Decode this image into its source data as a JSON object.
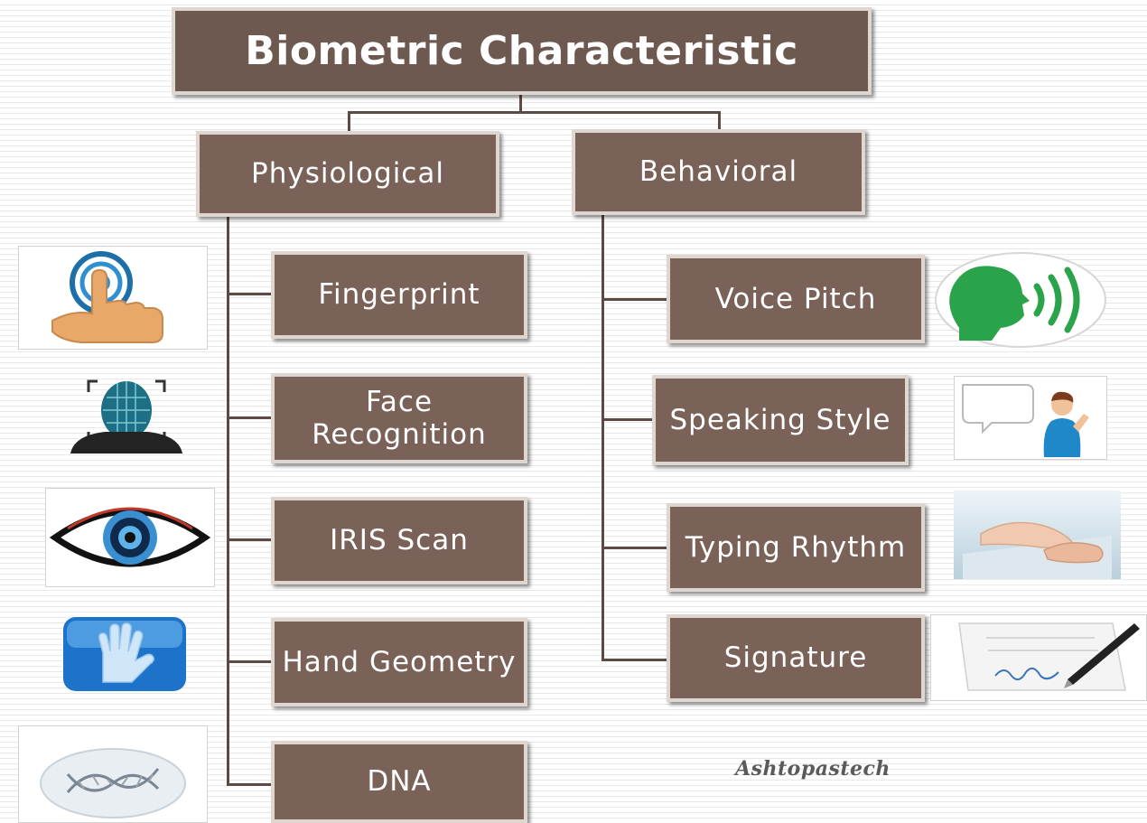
{
  "diagram": {
    "title": "Biometric Characteristic",
    "branches": [
      {
        "label": "Physiological",
        "items": [
          {
            "label": "Fingerprint",
            "icon": "fingerprint-touch-icon"
          },
          {
            "label": "Face Recognition",
            "icon": "face-scan-icon"
          },
          {
            "label": "IRIS Scan",
            "icon": "eye-icon"
          },
          {
            "label": "Hand Geometry",
            "icon": "hand-scan-icon"
          },
          {
            "label": "DNA",
            "icon": "dna-icon"
          }
        ]
      },
      {
        "label": "Behavioral",
        "items": [
          {
            "label": "Voice Pitch",
            "icon": "voice-speaker-icon"
          },
          {
            "label": "Speaking Style",
            "icon": "speaking-person-icon"
          },
          {
            "label": "Typing Rhythm",
            "icon": "typing-hands-icon"
          },
          {
            "label": "Signature",
            "icon": "signature-pen-icon"
          }
        ]
      }
    ],
    "credit": "Ashtopastech"
  },
  "colors": {
    "box_fill": "#7a6258",
    "box_border": "#e0d6d0",
    "connector": "#5f4a43",
    "text": "#ffffff"
  }
}
